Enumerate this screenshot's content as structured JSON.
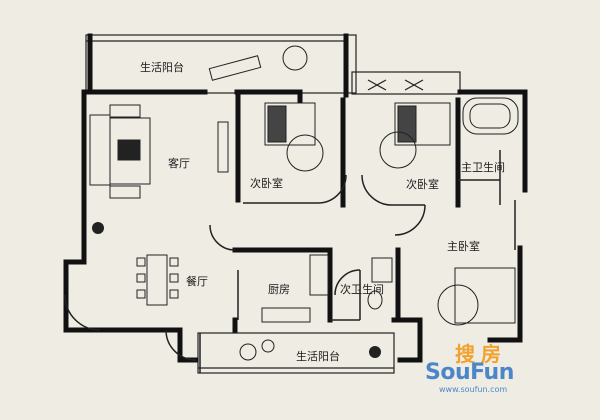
{
  "rooms": {
    "balcony_top": "生活阳台",
    "living_room": "客厅",
    "bedroom_2a": "次卧室",
    "bedroom_2b": "次卧室",
    "master_bath": "主卫生间",
    "master_bedroom": "主卧室",
    "dining_room": "餐厅",
    "kitchen": "厨房",
    "second_bath": "次卫生间",
    "balcony_bottom": "生活阳台"
  },
  "watermark": {
    "chinese": "搜房",
    "english": "SouFun",
    "url": "www.soufun.com"
  },
  "colors": {
    "wall": "#111111",
    "line": "#222222",
    "paper": "#efece4",
    "watermark_orange": "#f2a12f",
    "watermark_blue": "#4b86c9"
  }
}
